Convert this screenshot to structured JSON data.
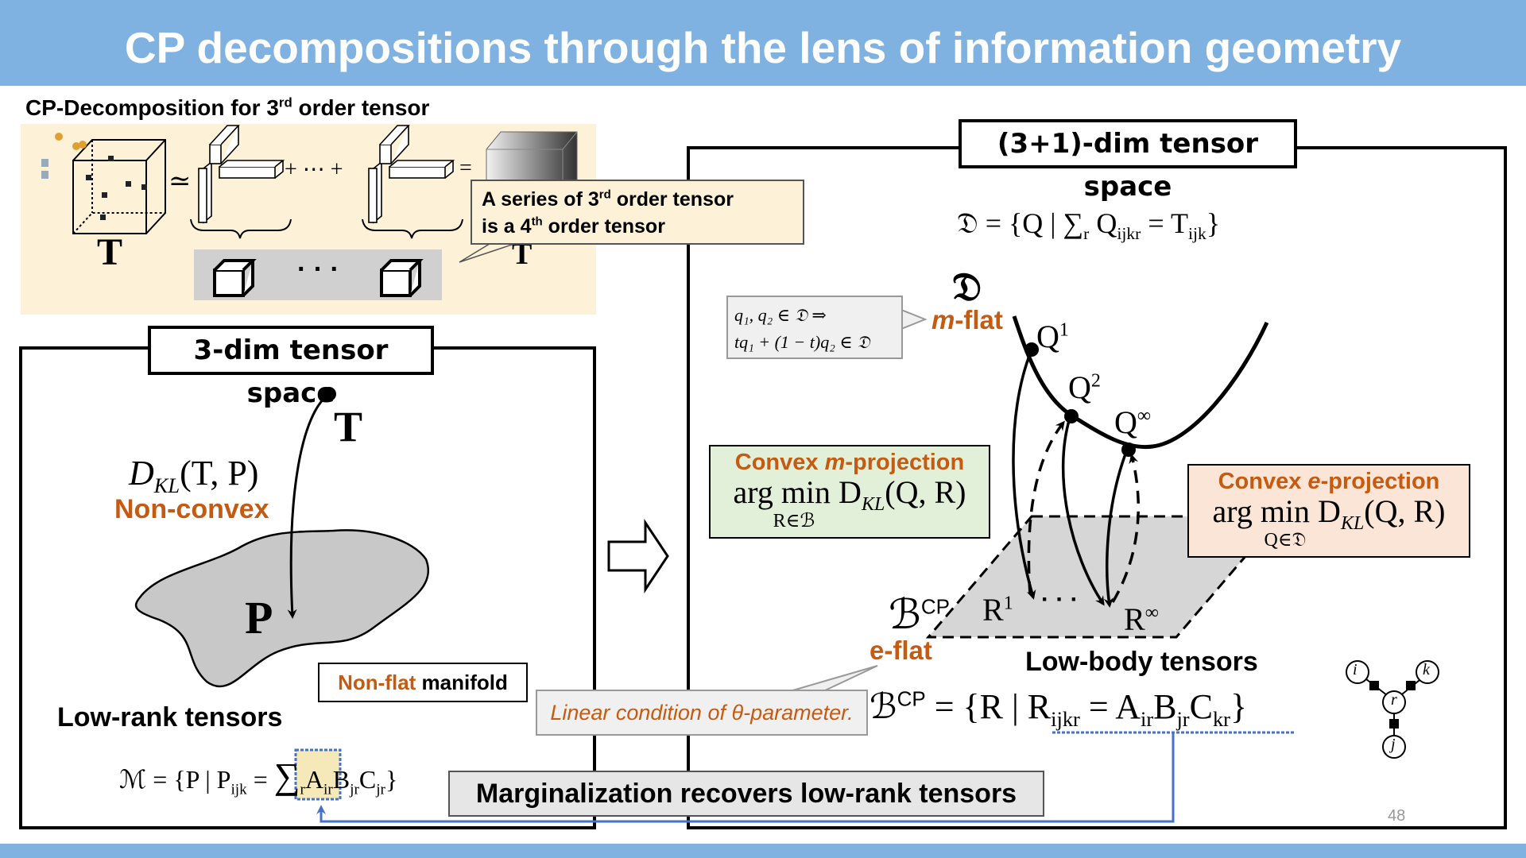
{
  "slide": {
    "title": "CP decompositions through the lens of information geometry",
    "page_number": "48"
  },
  "cp_section": {
    "heading_main": "CP-Decomposition for 3",
    "heading_sup": "rd",
    "heading_end": " order tensor",
    "tensor_label": "T",
    "approx_symbol": "≃",
    "sum_dots": "+ ⋯ +",
    "equals": "=",
    "ellipsis": "· · ·",
    "result_label": "T"
  },
  "series_callout": {
    "line1_main": "A series of 3",
    "line1_sup": "rd",
    "line1_end": " order tensor",
    "line2_main": "is a 4",
    "line2_sup": "th",
    "line2_end": " order tensor"
  },
  "left_panel": {
    "title": "3-dim tensor space",
    "point_t": "T",
    "divergence_d": "D",
    "divergence_sub": "KL",
    "divergence_args": "(T, P)",
    "non_convex": "Non-convex",
    "point_p": "P",
    "manifold_orange": "Non-flat",
    "manifold_black": " manifold",
    "low_rank": "Low-rank tensors",
    "formula_lhs": "ℳ = {P | P",
    "formula_lhs_sub": "ijk",
    "formula_eq": " = ",
    "formula_sum": "∑",
    "formula_sum_sub": "r",
    "formula_rhs": "A",
    "formula_rhs_sub1": "ir",
    "formula_b": "B",
    "formula_rhs_sub2": "jr",
    "formula_c": "C",
    "formula_rhs_sub3": "jr",
    "formula_close": "}"
  },
  "right_panel": {
    "title": "(3+1)-dim tensor space",
    "d_formula_lhs": "𝔇 = {Q | ∑",
    "d_formula_sub_r": "r",
    "d_formula_q": " Q",
    "d_formula_q_sub": "ijkr",
    "d_formula_eq": " = T",
    "d_formula_t_sub": "ijk",
    "d_formula_close": "}",
    "d_symbol": "𝔇",
    "m_flat_italic": "m",
    "m_flat_rest": "-flat",
    "q1": "Q",
    "q1_sup": "1",
    "q2": "Q",
    "q2_sup": "2",
    "qinf": "Q",
    "qinf_sup": "∞",
    "r1": "R",
    "r1_sup": "1",
    "rdots": "· · ·",
    "rinf": "R",
    "rinf_sup": "∞",
    "b_symbol": "ℬ",
    "b_sup": "CP",
    "e_flat": "e-flat",
    "low_body": "Low-body tensors",
    "b_formula_lhs": "ℬ",
    "b_formula_sup": "CP",
    "b_formula_mid": " = {R | R",
    "b_formula_sub": "ijkr",
    "b_formula_eq": " = A",
    "b_formula_sub1": "ir",
    "b_formula_b": "B",
    "b_formula_sub2": "jr",
    "b_formula_c": "C",
    "b_formula_sub3": "kr",
    "b_formula_close": "}"
  },
  "convexity_callout": {
    "line1": "q₁, q₂ ∈ 𝔇  ⇒",
    "line2": "tq₁ + (1 − t)q₂ ∈ 𝔇"
  },
  "m_projection": {
    "title_pre": "Convex ",
    "title_italic": "m",
    "title_post": "-projection",
    "formula": "arg min D",
    "formula_sub": "KL",
    "formula_args": "(Q, R)",
    "under": "R∈ℬ"
  },
  "e_projection": {
    "title_pre": "Convex ",
    "title_italic": "e",
    "title_post": "-projection",
    "formula": "arg min D",
    "formula_sub": "KL",
    "formula_args": "(Q, R)",
    "under": "Q∈𝔇"
  },
  "linear_condition": "Linear condition of θ-parameter.",
  "marginalization": "Marginalization recovers low-rank tensors",
  "tensor_network": {
    "i": "i",
    "j": "j",
    "k": "k",
    "r": "r"
  },
  "colors": {
    "header": "#7fb2e0",
    "orange": "#c55a11",
    "cp_bg": "#fdf1d8",
    "m_proj_bg": "#e2f0d9",
    "e_proj_bg": "#fbe5d6",
    "manifold_gray": "#c8c8c8",
    "blue_link": "#4472c4"
  }
}
